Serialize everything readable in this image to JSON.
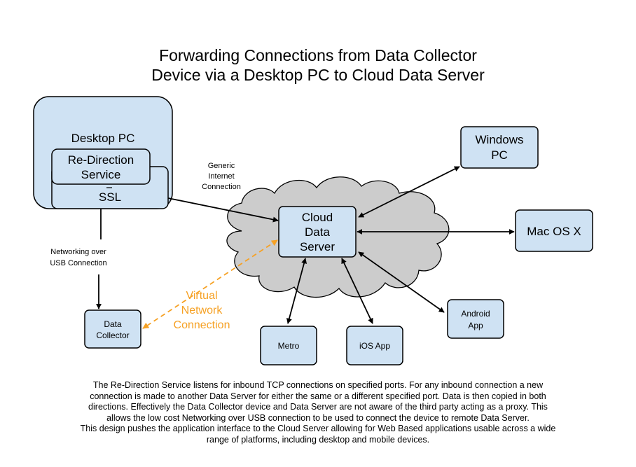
{
  "title": {
    "line1": "Forwarding Connections from Data Collector",
    "line2": "Device via a Desktop PC to Cloud Data Server"
  },
  "nodes": {
    "desktop_pc": "Desktop PC",
    "redirection_line1": "Re-Direction",
    "redirection_line2": "Service",
    "ssl": "SSL",
    "cloud_line1": "Cloud",
    "cloud_line2": "Data",
    "cloud_line3": "Server",
    "windows_line1": "Windows",
    "windows_line2": "PC",
    "macos": "Mac OS X",
    "android_line1": "Android",
    "android_line2": "App",
    "ios": "iOS App",
    "metro": "Metro",
    "collector_line1": "Data",
    "collector_line2": "Collector"
  },
  "edge_labels": {
    "generic_line1": "Generic",
    "generic_line2": "Internet",
    "generic_line3": "Connection",
    "usb_line1": "Networking over",
    "usb_line2": "USB Connection",
    "virtual_line1": "Virtual",
    "virtual_line2": "Network",
    "virtual_line3": "Connection"
  },
  "colors": {
    "box_fill": "#cfe2f3",
    "cloud_fill": "#cccccc",
    "virtual_connection": "#f6a124"
  },
  "footer": {
    "paragraph1": "The Re-Direction Service listens for inbound TCP connections on specified ports. For any inbound connection a new connection is made to another Data Server for either the same or a different specified port. Data is then copied in both directions. Effectively the Data Collector device and Data Server are not aware of the third party acting as a proxy. This allows the low cost Networking over USB connection to be used to connect the device to remote Data Server.",
    "paragraph2": "This design pushes the application interface to the Cloud Server allowing for Web Based applications usable across a wide range of platforms, including desktop and mobile devices."
  }
}
